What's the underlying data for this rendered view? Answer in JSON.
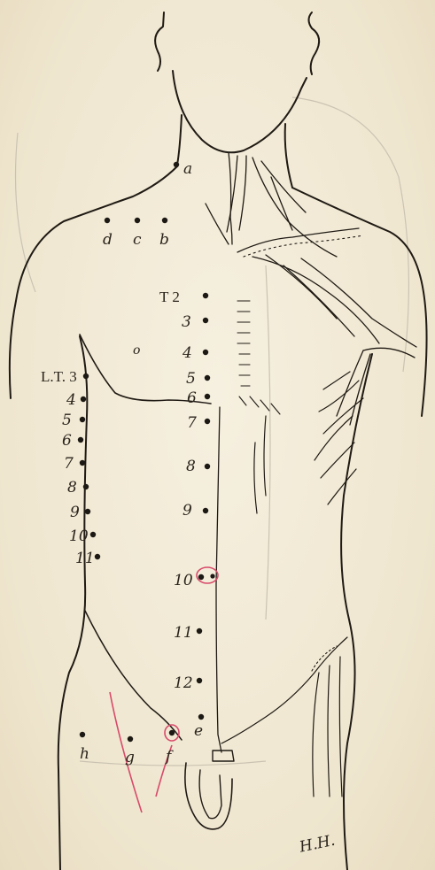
{
  "figure": {
    "labels": {
      "a": "a",
      "b": "b",
      "c": "c",
      "d": "d",
      "e": "e",
      "f": "f",
      "g": "g",
      "h": "h"
    },
    "thoracic_front": [
      "T 2",
      "3",
      "4",
      "5",
      "6",
      "7",
      "8",
      "9",
      "10",
      "11",
      "12"
    ],
    "lateral_label": "L.T. 3",
    "lateral": [
      "4",
      "5",
      "6",
      "7",
      "8",
      "9",
      "10",
      "11"
    ],
    "signature": "H.H."
  },
  "colors": {
    "ink": "#1f1a14",
    "paper": "#f3ecda",
    "highlight": "#d84a6a"
  }
}
